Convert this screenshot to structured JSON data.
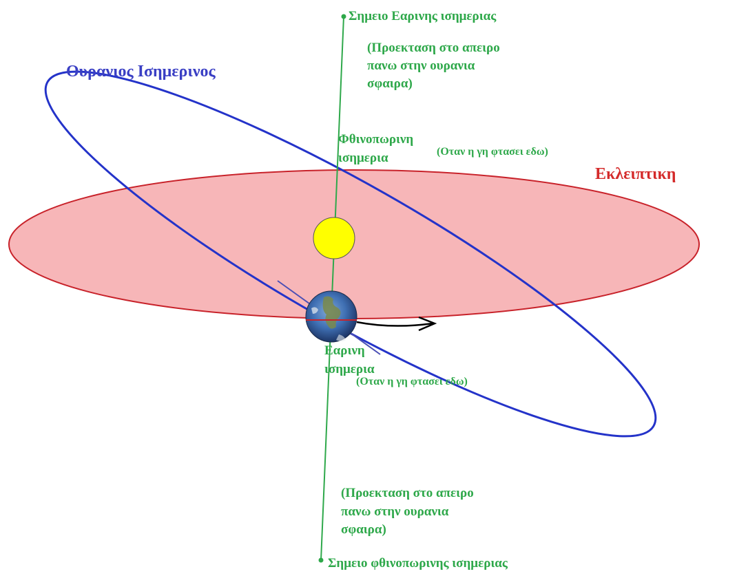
{
  "labels": {
    "celestial_equator": "Ουρανιος Ισημερινος",
    "ecliptic": "Εκλειπτικη",
    "vernal_point": "Σημειο Εαρινης ισημεριας",
    "autumnal_point": "Σημειο φθινοπωρινης ισημεριας",
    "projection_top": [
      "(Προεκταση στο απειρο",
      "πανω στην ουρανια",
      "σφαιρα)"
    ],
    "projection_bottom": [
      "(Προεκταση στο απειρο",
      "πανω στην ουρανια",
      "σφαιρα)"
    ],
    "autumnal_equinox": [
      "Φθινοπωρινη",
      "ισημερια"
    ],
    "vernal_equinox": [
      "Εαρινη",
      "ισημερια"
    ],
    "when_earth_top": "(Οταν η γη φτασει εδω)",
    "when_earth_bottom": "(Οταν η γη φτασει εδω)"
  },
  "colors": {
    "ecliptic_fill": "#f7b6b8",
    "ecliptic_stroke": "#c8222a",
    "equator_stroke": "#2433c9",
    "equinox_line": "#2ea84a",
    "sun": "#ffff00",
    "arrow": "#000000"
  }
}
